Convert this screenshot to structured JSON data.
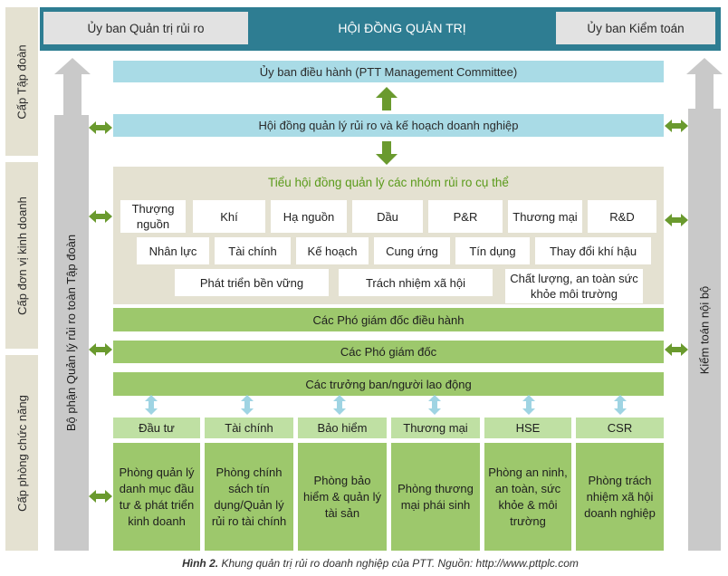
{
  "levels": {
    "group": "Cấp Tập đoàn",
    "business_unit": "Cấp đơn vị kinh doanh",
    "functional": "Cấp phòng chức năng"
  },
  "board": {
    "title": "HỘI ĐỒNG QUẢN TRỊ",
    "risk_committee": "Ủy ban Quản trị rủi ro",
    "audit_committee": "Ủy ban Kiểm toán"
  },
  "management_committee": "Ủy ban điều hành (PTT Management Committee)",
  "risk_planning_council": "Hội đồng quản lý rủi ro và kế hoạch doanh nghiệp",
  "sub_council": {
    "title": "Tiểu hội đồng quản lý các nhóm rủi ro cụ thể",
    "row1": [
      "Thượng nguồn",
      "Khí",
      "Hạ nguồn",
      "Dầu",
      "P&R",
      "Thương mại",
      "R&D"
    ],
    "row2": [
      "Nhân lực",
      "Tài chính",
      "Kế hoạch",
      "Cung ứng",
      "Tín dụng",
      "Thay đổi khí hậu"
    ],
    "row3": [
      "Phát triển bền vững",
      "Trách nhiệm xã hội",
      "Chất lượng, an toàn sức khỏe môi trường"
    ]
  },
  "exec_vps": "Các Phó giám đốc điều hành",
  "vps": "Các Phó giám đốc",
  "heads": "Các trưởng ban/người lao động",
  "departments": [
    "Đầu tư",
    "Tài chính",
    "Bảo hiểm",
    "Thương mại",
    "HSE",
    "CSR"
  ],
  "divisions": [
    "Phòng quản lý danh mục đầu tư & phát triển kinh doanh",
    "Phòng chính sách tín dụng/Quản lý rủi ro tài chính",
    "Phòng bảo hiểm & quản lý tài sản",
    "Phòng thương mại phái sinh",
    "Phòng an ninh, an toàn, sức khỏe & môi trường",
    "Phòng trách nhiệm xã hội doanh nghiệp"
  ],
  "left_column": "Bộ phận Quản lý rủi ro toàn Tập đoàn",
  "right_column": "Kiểm toán nội bộ",
  "caption": {
    "label": "Hình 2.",
    "text": "Khung quản trị rủi ro doanh nghiệp của PTT. Nguồn: http://www.pttplc.com"
  },
  "colors": {
    "board": "#2e7d92",
    "light_blue": "#a9dbe6",
    "green": "#9dc86c",
    "light_green": "#bfe0a3",
    "beige": "#e4e1d1",
    "gray": "#c9c9c9",
    "arrow_green": "#6a9a2e",
    "arrow_blue": "#9fd4e3",
    "title_green": "#5a9a1a"
  }
}
